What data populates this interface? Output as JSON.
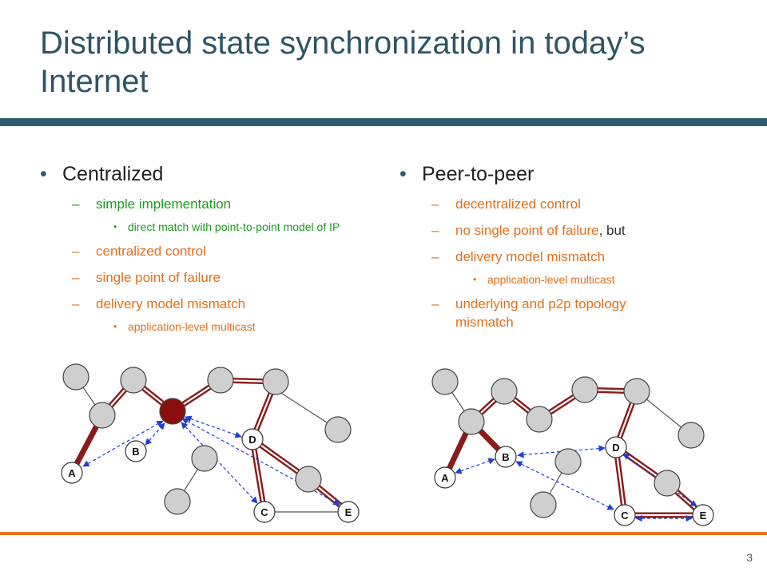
{
  "slide": {
    "title": "Distributed state synchronization in today’s Internet",
    "page_number": "3"
  },
  "left": {
    "heading": "Centralized",
    "items": [
      {
        "text": "simple implementation",
        "color": "#1e9a1e"
      },
      {
        "sub": "direct match with point-to-point model of IP",
        "color": "#1e9a1e"
      },
      {
        "text": "centralized control",
        "color": "#e2701e"
      },
      {
        "text": "single point of failure",
        "color": "#e2701e"
      },
      {
        "text": "delivery model mismatch",
        "color": "#e2701e"
      },
      {
        "sub": "application-level multicast",
        "color": "#e2701e"
      }
    ]
  },
  "right": {
    "heading": "Peer-to-peer",
    "items": [
      {
        "text": "decentralized control",
        "color": "#e2701e"
      },
      {
        "text": "no single point of failure",
        "suffix": ", but",
        "color": "#e2701e"
      },
      {
        "text": "delivery model mismatch",
        "color": "#e2701e"
      },
      {
        "sub": "application-level multicast",
        "color": "#e2701e"
      },
      {
        "text": "underlying and p2p topology mismatch",
        "color": "#e2701e"
      }
    ]
  },
  "diagram_labels": {
    "left": [
      "A",
      "B",
      "C",
      "D",
      "E"
    ],
    "right": [
      "A",
      "B",
      "C",
      "D",
      "E"
    ]
  },
  "colors": {
    "accent": "#2e5a6b",
    "green": "#1e9a1e",
    "orange": "#e2701e",
    "link": "#8b1a1a",
    "overlay": "#1f3fd1",
    "server": "#8b0e0e"
  }
}
